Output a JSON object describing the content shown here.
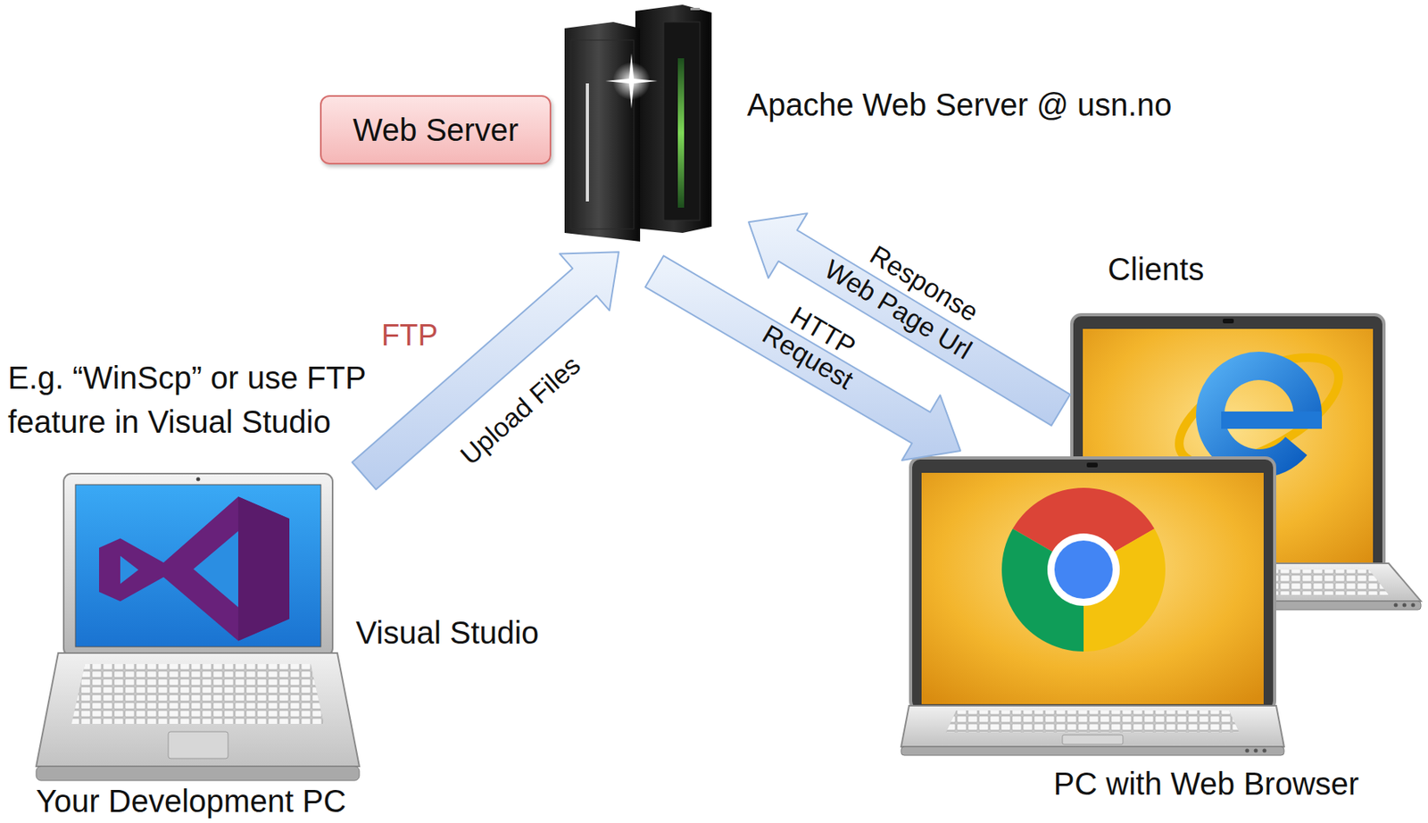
{
  "diagram": {
    "nodes": [
      {
        "text": [
          "Web Server"
        ]
      },
      {
        "text": [
          "Apache Web Server @ usn.no"
        ]
      },
      {
        "text": [
          "Clients"
        ]
      },
      {
        "text": [
          "Visual Studio",
          "Your Development PC"
        ]
      },
      {
        "text": [
          "PC with Web Browser"
        ]
      }
    ],
    "edges": [
      {
        "from": 3,
        "to": 1,
        "arrow": "to",
        "label": "Upload Files"
      },
      {
        "from": 1,
        "to": 4,
        "arrow": "to",
        "label": "HTTP Request"
      },
      {
        "from": 2,
        "to": 1,
        "arrow": "to",
        "label": "Web Page Url"
      }
    ],
    "labels": [
      "FTP",
      "E.g. “WinScp” or use FTP feature in Visual Studio",
      "Response"
    ]
  }
}
